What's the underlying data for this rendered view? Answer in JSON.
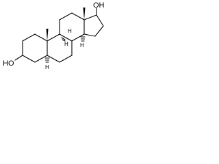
{
  "molecule": {
    "labels": {
      "hydroxyl_left": "HO",
      "hydroxyl_right": "OH",
      "h5": "H",
      "h8": "H",
      "h9": "H",
      "h14": "H"
    },
    "colors": {
      "ink": "#000000",
      "background": "#ffffff"
    }
  }
}
